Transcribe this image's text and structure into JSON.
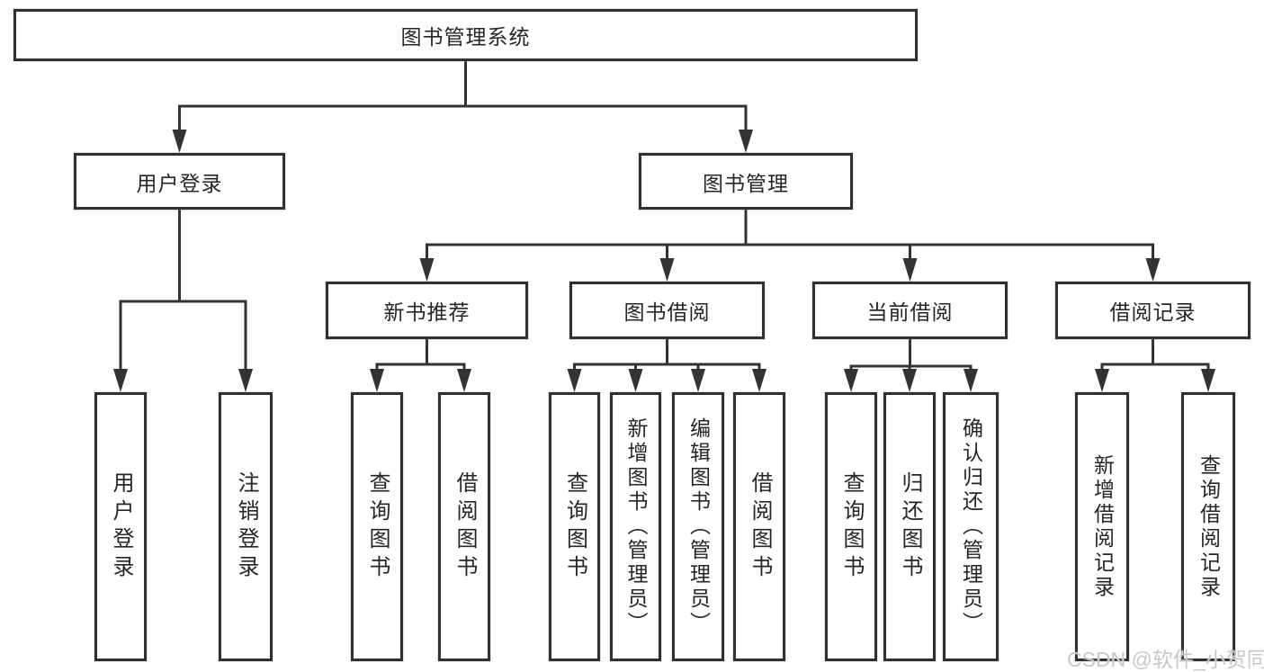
{
  "diagram": {
    "root": {
      "id": "root",
      "label": "图书管理系统",
      "children": [
        {
          "id": "login",
          "label": "用户登录",
          "children": [
            {
              "id": "l_login",
              "label": "用户登录",
              "vertical": true
            },
            {
              "id": "l_logout",
              "label": "注销登录",
              "vertical": true
            }
          ]
        },
        {
          "id": "mgmt",
          "label": "图书管理",
          "children": [
            {
              "id": "rec",
              "label": "新书推荐",
              "children": [
                {
                  "id": "r_query",
                  "label": "查询图书",
                  "vertical": true
                },
                {
                  "id": "r_borrow",
                  "label": "借阅图书",
                  "vertical": true
                }
              ]
            },
            {
              "id": "borrow",
              "label": "图书借阅",
              "children": [
                {
                  "id": "b_query",
                  "label": "查询图书",
                  "vertical": true
                },
                {
                  "id": "b_add",
                  "label": "新增图书（管理员）",
                  "vertical": true
                },
                {
                  "id": "b_edit",
                  "label": "编辑图书（管理员）",
                  "vertical": true
                },
                {
                  "id": "b_borrow",
                  "label": "借阅图书",
                  "vertical": true
                }
              ]
            },
            {
              "id": "current",
              "label": "当前借阅",
              "children": [
                {
                  "id": "c_query",
                  "label": "查询图书",
                  "vertical": true
                },
                {
                  "id": "c_return",
                  "label": "归还图书",
                  "vertical": true
                },
                {
                  "id": "c_confirm",
                  "label": "确认归还（管理员）",
                  "vertical": true
                }
              ]
            },
            {
              "id": "records",
              "label": "借阅记录",
              "children": [
                {
                  "id": "rd_add",
                  "label": "新增借阅记录",
                  "vertical": true
                },
                {
                  "id": "rd_query",
                  "label": "查询借阅记录",
                  "vertical": true
                }
              ]
            }
          ]
        }
      ]
    },
    "colors": {
      "line": "#333333",
      "box_border": "#303030",
      "box_fill": "#ffffff",
      "text": "#262626",
      "watermark": "#c8c8c8"
    },
    "watermark": "CSDN @软件_小贺同学"
  }
}
